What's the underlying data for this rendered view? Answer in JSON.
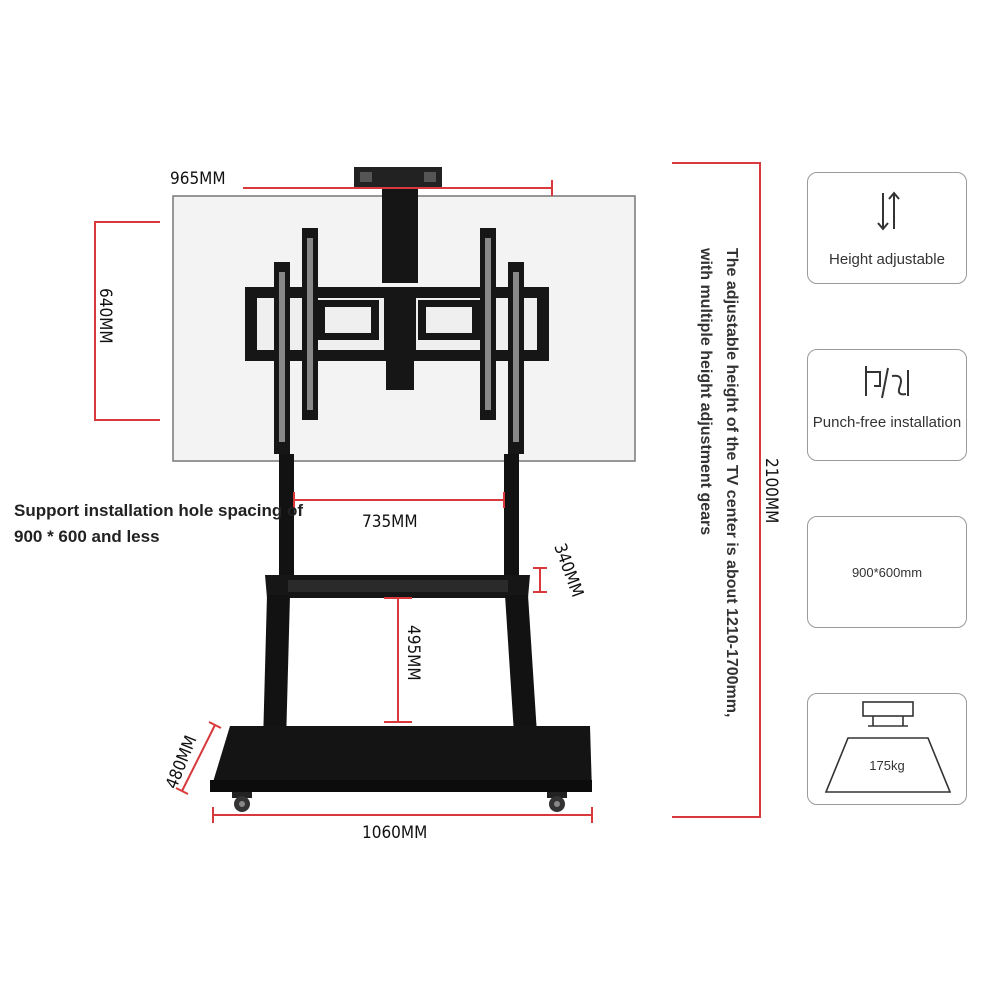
{
  "dimensions": {
    "screen_width": "965MM",
    "screen_height": "640MM",
    "arm_spacing": "735MM",
    "shelf_gap": "340MM",
    "frame_height": "495MM",
    "base_depth": "480MM",
    "base_width": "1060MM",
    "total_height": "2100MM"
  },
  "notes": {
    "hole_spacing": "Support installation hole spacing of 900 * 600 and less",
    "height_adjust": "The adjustable height of the TV center is about 1210-1700mm, with multiple height adjustment gears"
  },
  "feature_cards": [
    {
      "label": "Height adjustable",
      "icon": "height-arrows-icon"
    },
    {
      "label": "Punch-free installation",
      "icon": "no-drill-icon"
    },
    {
      "label": "900*600mm",
      "icon": ""
    },
    {
      "label": "175kg",
      "icon": "load-capacity-icon"
    }
  ],
  "colors": {
    "dimension_line": "#d9393b",
    "stand": "#111111",
    "screen_fill": "#f2f2f2",
    "card_border": "#9a9a9a"
  }
}
